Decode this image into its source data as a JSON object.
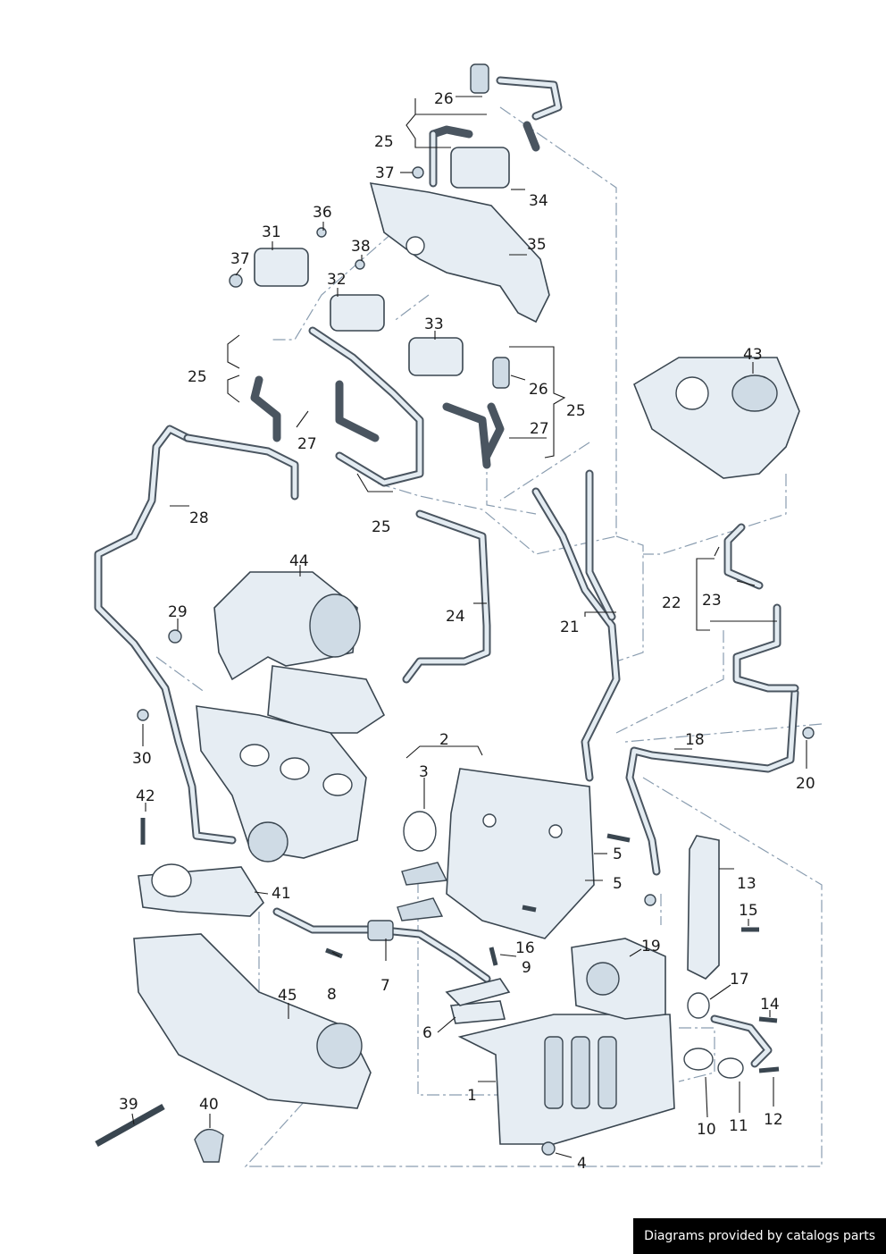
{
  "callouts": [
    {
      "id": "c26a",
      "text": "26"
    },
    {
      "id": "c25a",
      "text": "25"
    },
    {
      "id": "c37a",
      "text": "37"
    },
    {
      "id": "c34",
      "text": "34"
    },
    {
      "id": "c36",
      "text": "36"
    },
    {
      "id": "c31",
      "text": "31"
    },
    {
      "id": "c35",
      "text": "35"
    },
    {
      "id": "c38",
      "text": "38"
    },
    {
      "id": "c37b",
      "text": "37"
    },
    {
      "id": "c32",
      "text": "32"
    },
    {
      "id": "c33",
      "text": "33"
    },
    {
      "id": "c25b",
      "text": "25"
    },
    {
      "id": "c26b",
      "text": "26"
    },
    {
      "id": "c25c",
      "text": "25"
    },
    {
      "id": "c27a",
      "text": "27"
    },
    {
      "id": "c27b",
      "text": "27"
    },
    {
      "id": "c43",
      "text": "43"
    },
    {
      "id": "c25d",
      "text": "25"
    },
    {
      "id": "c28",
      "text": "28"
    },
    {
      "id": "c44",
      "text": "44"
    },
    {
      "id": "c24",
      "text": "24"
    },
    {
      "id": "c22",
      "text": "22"
    },
    {
      "id": "c23",
      "text": "23"
    },
    {
      "id": "c29",
      "text": "29"
    },
    {
      "id": "c21",
      "text": "21"
    },
    {
      "id": "c30",
      "text": "30"
    },
    {
      "id": "c18",
      "text": "18"
    },
    {
      "id": "c2",
      "text": "2"
    },
    {
      "id": "c3",
      "text": "3"
    },
    {
      "id": "c20",
      "text": "20"
    },
    {
      "id": "c42",
      "text": "42"
    },
    {
      "id": "c5a",
      "text": "5"
    },
    {
      "id": "c13",
      "text": "13"
    },
    {
      "id": "c5b",
      "text": "5"
    },
    {
      "id": "c41",
      "text": "41"
    },
    {
      "id": "c15",
      "text": "15"
    },
    {
      "id": "c16",
      "text": "16"
    },
    {
      "id": "c19",
      "text": "19"
    },
    {
      "id": "c9",
      "text": "9"
    },
    {
      "id": "c8",
      "text": "8"
    },
    {
      "id": "c7",
      "text": "7"
    },
    {
      "id": "c45",
      "text": "45"
    },
    {
      "id": "c17",
      "text": "17"
    },
    {
      "id": "c14",
      "text": "14"
    },
    {
      "id": "c6",
      "text": "6"
    },
    {
      "id": "c1",
      "text": "1"
    },
    {
      "id": "c12",
      "text": "12"
    },
    {
      "id": "c39",
      "text": "39"
    },
    {
      "id": "c40",
      "text": "40"
    },
    {
      "id": "c10",
      "text": "10"
    },
    {
      "id": "c11",
      "text": "11"
    },
    {
      "id": "c4",
      "text": "4"
    }
  ],
  "credit": "Diagrams provided by catalogs parts",
  "colors": {
    "line": "#1a1a1a",
    "part_fill": "#e6edf3",
    "part_stroke": "#3a4650",
    "dash": "#8a9db0"
  }
}
